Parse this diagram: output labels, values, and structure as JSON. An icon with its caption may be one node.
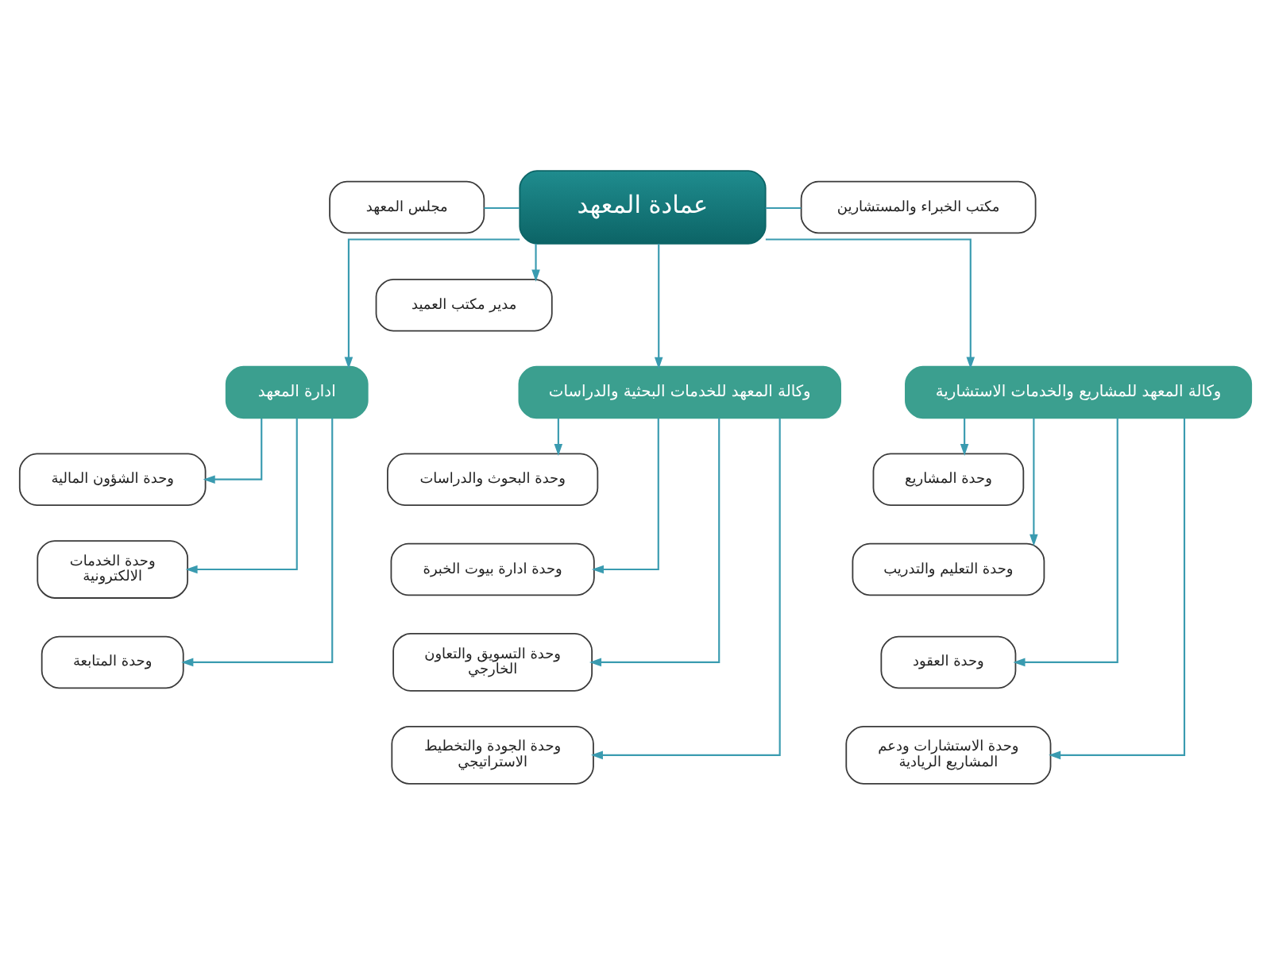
{
  "diagram": {
    "nodes": [
      {
        "text": [
          "عمادة المعهد"
        ]
      },
      {
        "text": [
          "مكتب الخبراء والمستشارين"
        ]
      },
      {
        "text": [
          "مجلس المعهد"
        ]
      },
      {
        "text": [
          "مدير مكتب العميد"
        ]
      },
      {
        "text": [
          "وكالة المعهد للمشاريع والخدمات الاستشارية"
        ]
      },
      {
        "text": [
          "وحدة المشاريع"
        ]
      },
      {
        "text": [
          "وحدة التعليم والتدريب"
        ]
      },
      {
        "text": [
          "وحدة العقود"
        ]
      },
      {
        "text": [
          "وحدة الاستشارات ودعم المشاريع الريادية"
        ]
      },
      {
        "text": [
          "وكالة المعهد للخدمات البحثية والدراسات"
        ]
      },
      {
        "text": [
          "وحدة البحوث والدراسات"
        ]
      },
      {
        "text": [
          "وحدة ادارة بيوت الخبرة"
        ]
      },
      {
        "text": [
          "وحدة التسويق والتعاون الخارجي"
        ]
      },
      {
        "text": [
          "وحدة الجودة والتخطيط الاستراتيجي"
        ]
      },
      {
        "text": [
          "ادارة المعهد"
        ]
      },
      {
        "text": [
          "وحدة الشؤون المالية"
        ]
      },
      {
        "text": [
          "وحدة الخدمات الالكترونية"
        ]
      },
      {
        "text": [
          "وحدة المتابعة"
        ]
      }
    ],
    "edges": [
      {
        "from": 2,
        "to": 0,
        "arrow": "none"
      },
      {
        "from": 0,
        "to": 1,
        "arrow": "none"
      },
      {
        "from": 0,
        "to": 3,
        "arrow": "to"
      },
      {
        "from": 0,
        "to": 14,
        "arrow": "to"
      },
      {
        "from": 0,
        "to": 9,
        "arrow": "to"
      },
      {
        "from": 0,
        "to": 4,
        "arrow": "to"
      },
      {
        "from": 14,
        "to": 15,
        "arrow": "to"
      },
      {
        "from": 14,
        "to": 16,
        "arrow": "to"
      },
      {
        "from": 14,
        "to": 17,
        "arrow": "to"
      },
      {
        "from": 9,
        "to": 10,
        "arrow": "to"
      },
      {
        "from": 9,
        "to": 11,
        "arrow": "to"
      },
      {
        "from": 9,
        "to": 12,
        "arrow": "to"
      },
      {
        "from": 9,
        "to": 13,
        "arrow": "to"
      },
      {
        "from": 4,
        "to": 5,
        "arrow": "to"
      },
      {
        "from": 4,
        "to": 6,
        "arrow": "to"
      },
      {
        "from": 4,
        "to": 7,
        "arrow": "to"
      },
      {
        "from": 4,
        "to": 8,
        "arrow": "to"
      }
    ]
  }
}
